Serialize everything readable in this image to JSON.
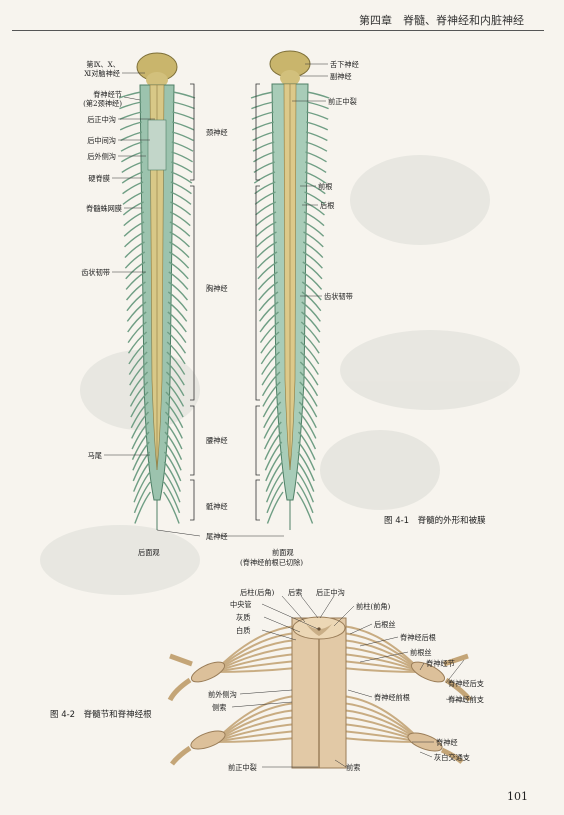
{
  "header": {
    "chapter": "第四章　脊髓、脊神经和内脏神经"
  },
  "figure1": {
    "caption": "图 4-1　脊髓的外形和被膜",
    "posterior_labels": [
      "第Ⅸ、Ⅹ、",
      "Ⅺ对脑神经",
      "脊神经节",
      "(第2颈神经)",
      "后正中沟",
      "后中间沟",
      "后外侧沟",
      "硬脊膜",
      "脊髓蛛网膜",
      "齿状韧带",
      "马尾"
    ],
    "region_labels": [
      "颈神经",
      "胸神经",
      "腰神经",
      "骶神经",
      "尾神经"
    ],
    "anterior_labels": [
      "舌下神经",
      "副神经",
      "前正中裂",
      "前根",
      "后根",
      "齿状韧带"
    ],
    "view_posterior": "后面观",
    "view_anterior": "前面观",
    "view_anterior_note": "(脊神经前根已切除)"
  },
  "figure2": {
    "caption": "图 4-2　脊髓节和脊神经根",
    "left_labels": [
      "后柱(后角)",
      "后索",
      "中央管",
      "灰质",
      "白质",
      "前外侧沟",
      "侧索",
      "前正中裂",
      "前索"
    ],
    "right_labels": [
      "后正中沟",
      "前柱(前角)",
      "后根丝",
      "脊神经后根",
      "前根丝",
      "脊神经节",
      "脊神经后支",
      "脊神经前支",
      "脊神经前根",
      "脊神经",
      "灰白交通支"
    ]
  },
  "page_number": "101",
  "colors": {
    "cord": "#cdbd7a",
    "membrane": "#8fb9a4",
    "nerve": "#6f9e84",
    "root": "#d9bf94",
    "bg": "#f7f4ee"
  }
}
